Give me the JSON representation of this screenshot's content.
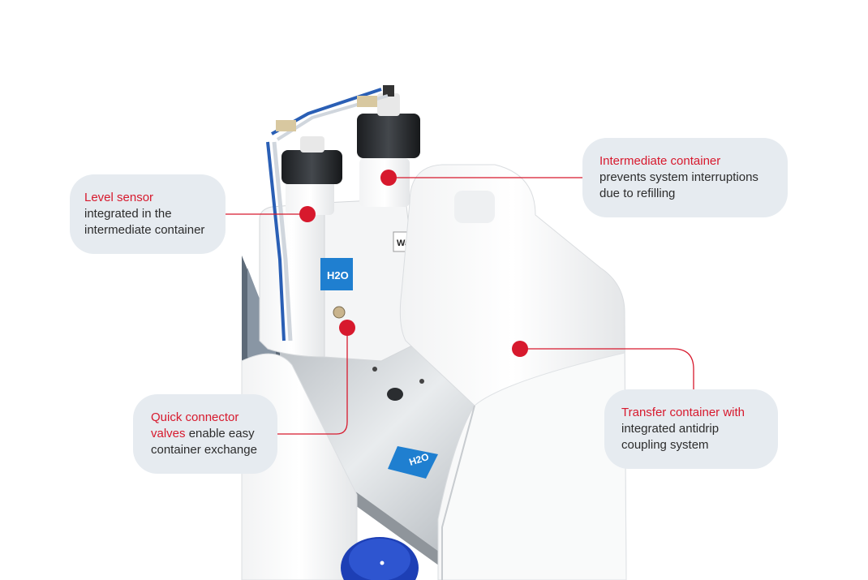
{
  "colors": {
    "accent": "#d7192d",
    "bubble": "#e6ebf0",
    "text": "#2c2c2c",
    "label_blue": "#1f7fd0"
  },
  "labels": {
    "h2o": "H2O",
    "waste": "Was"
  },
  "callouts": {
    "level_sensor": {
      "title": "Level sensor",
      "line1": "integrated in the",
      "line2": "intermediate container"
    },
    "intermediate_container": {
      "title": "Intermediate container",
      "line1": "prevents system interruptions",
      "line2": "due to refilling"
    },
    "quick_connector": {
      "title_part1": "Quick connector",
      "title_part2": "valves",
      "line1_rest": " enable easy",
      "line2": "container exchange"
    },
    "transfer_container": {
      "title": "Transfer container with",
      "line1": "integrated antidrip",
      "line2": "coupling system"
    }
  }
}
